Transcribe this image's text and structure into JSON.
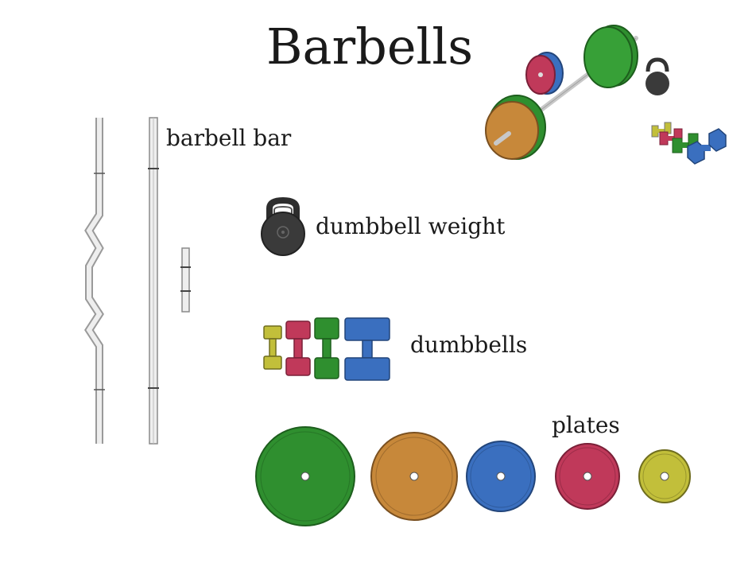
{
  "page": {
    "title": "Barbells"
  },
  "labels": {
    "barbell_bar": "barbell bar",
    "dumbbell_weight": "dumbbell weight",
    "dumbbells": "dumbbells",
    "plates": "plates"
  },
  "colors": {
    "green": "#2f8f2f",
    "orange": "#c7883a",
    "blue": "#3a6fbf",
    "red": "#c0395a",
    "yellow": "#c2bf3a",
    "kettlebell": "#3a3a3a",
    "bar": "#c8c8c8"
  },
  "icons": {
    "hero": "barbell-set-icon",
    "bars": "barbell-bars-icon",
    "kettlebell": "kettlebell-icon",
    "dumbbells": "dumbbells-icon",
    "plates": "weight-plates-icon"
  }
}
